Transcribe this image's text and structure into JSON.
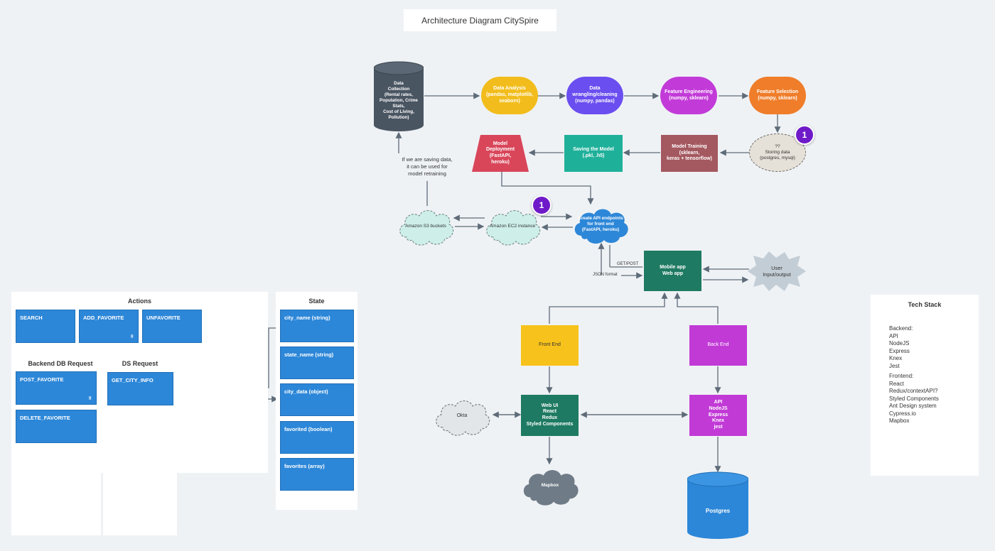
{
  "title": "Architecture Diagram CitySpire",
  "pipeline": {
    "data_collection": "Data\nCollection\n(Rental rates,\nPopulation, Crime\nStats,\nCost of Living,\nPollution)",
    "data_analysis": "Data Analysis\n(pandas, matplotlib,\nseaborn)",
    "data_wrangling": "Data\nwrangling/cleaning\n(numpy, pandas)",
    "feature_engineering": "Feature Engineering\n(numpy, sklearn)",
    "feature_selection": "Feature Selection\n(numpy, sklearn)",
    "storing_data": "??\nStoring data\n(postgres, mysql)",
    "model_training": "Model Training\n(sklearn,\nkeras + tensorflow)",
    "saving_model": "Saving the Model\n(.pkl, .h5)",
    "model_deployment": "Model\nDeployment\n(FastAPI,\nheroku)",
    "retraining_note": "If we are saving data,\nit can be used for\nmodel retraining",
    "s3": "Amazon S3 buckets",
    "ec2": "Amazon EC2 instance",
    "api_endpoints": "Create API endpoints\nfor front end\n(FastAPI, heroku)",
    "badge_1": "1",
    "badge_2": "1"
  },
  "app": {
    "get_post": "GET/POST",
    "json_format": "JSON format",
    "mobile_web": "Mobile app\nWeb app",
    "user_io": "User\nInput/output",
    "front_end": "Front End",
    "back_end": "Back End",
    "web_ui": "Web UI\nReact\nRedux\nStyled Components",
    "okta": "Okta",
    "api_stack": "API\nNodeJS\nExpress\nKnex\njest",
    "mapbox": "Mapbox",
    "postgres": "Postgres"
  },
  "actions": {
    "title": "Actions",
    "items": [
      "SEARCH",
      "ADD_FAVORITE",
      "UNFAVORITE"
    ]
  },
  "backend_db": {
    "title": "Backend DB Request",
    "items": [
      "POST_FAVORITE",
      "DELETE_FAVORITE"
    ]
  },
  "ds_request": {
    "title": "DS Request",
    "items": [
      "GET_CITY_INFO"
    ]
  },
  "state": {
    "title": "State",
    "items": [
      "city_name (string)",
      "state_name (string)",
      "city_data (object)",
      "favorited (boolean)",
      "favorites (array)"
    ]
  },
  "card_marker": "⠿",
  "tech_stack": {
    "title": "Tech Stack",
    "backend_lines": [
      "Backend:",
      "API",
      "NodeJS",
      "Express",
      "Knex",
      "Jest"
    ],
    "frontend_lines": [
      "Frontend:",
      "React",
      "Redux/contextAPI?",
      "Styled Components",
      "Ant Design system",
      "Cypress.io",
      "Mapbox"
    ]
  },
  "colors": {
    "background": "#eff2f5",
    "data_collection": "#4a5562",
    "data_analysis": "#f2bd1c",
    "data_wrangling": "#6a4ef0",
    "feature_engineering": "#c23bd8",
    "feature_selection": "#ef7d2a",
    "model_training": "#a4585f",
    "saving_model": "#1fb09a",
    "model_deployment": "#d9465a",
    "api_endpoints": "#2d87d8",
    "mobile_web": "#1e7a62",
    "front_end": "#f7c21b",
    "back_end": "#c13ad6",
    "card": "#2d87d8",
    "badge": "#6f1ac9"
  }
}
